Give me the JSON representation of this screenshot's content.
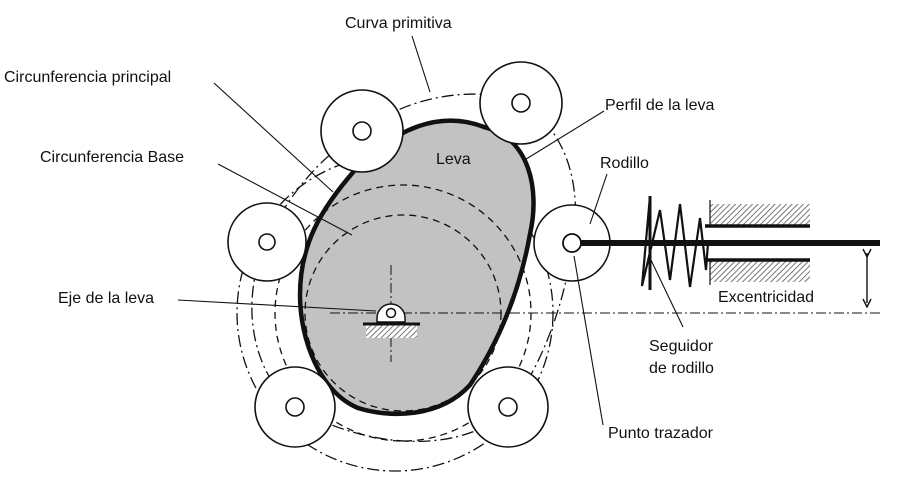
{
  "labels": {
    "curva_primitiva": "Curva primitiva",
    "circunferencia_principal": "Circunferencia principal",
    "circunferencia_base": "Circunferencia Base",
    "eje_de_la_leva": "Eje de la leva",
    "perfil_de_la_leva": "Perfil de la leva",
    "leva": "Leva",
    "rodillo": "Rodillo",
    "excentricidad": "Excentricidad",
    "seguidor_line1": "Seguidor",
    "seguidor_line2": "de rodillo",
    "punto_trazador": "Punto trazador"
  },
  "colors": {
    "cam_fill": "#c2c2c2",
    "ink": "#111111",
    "hatch": "#555555"
  }
}
